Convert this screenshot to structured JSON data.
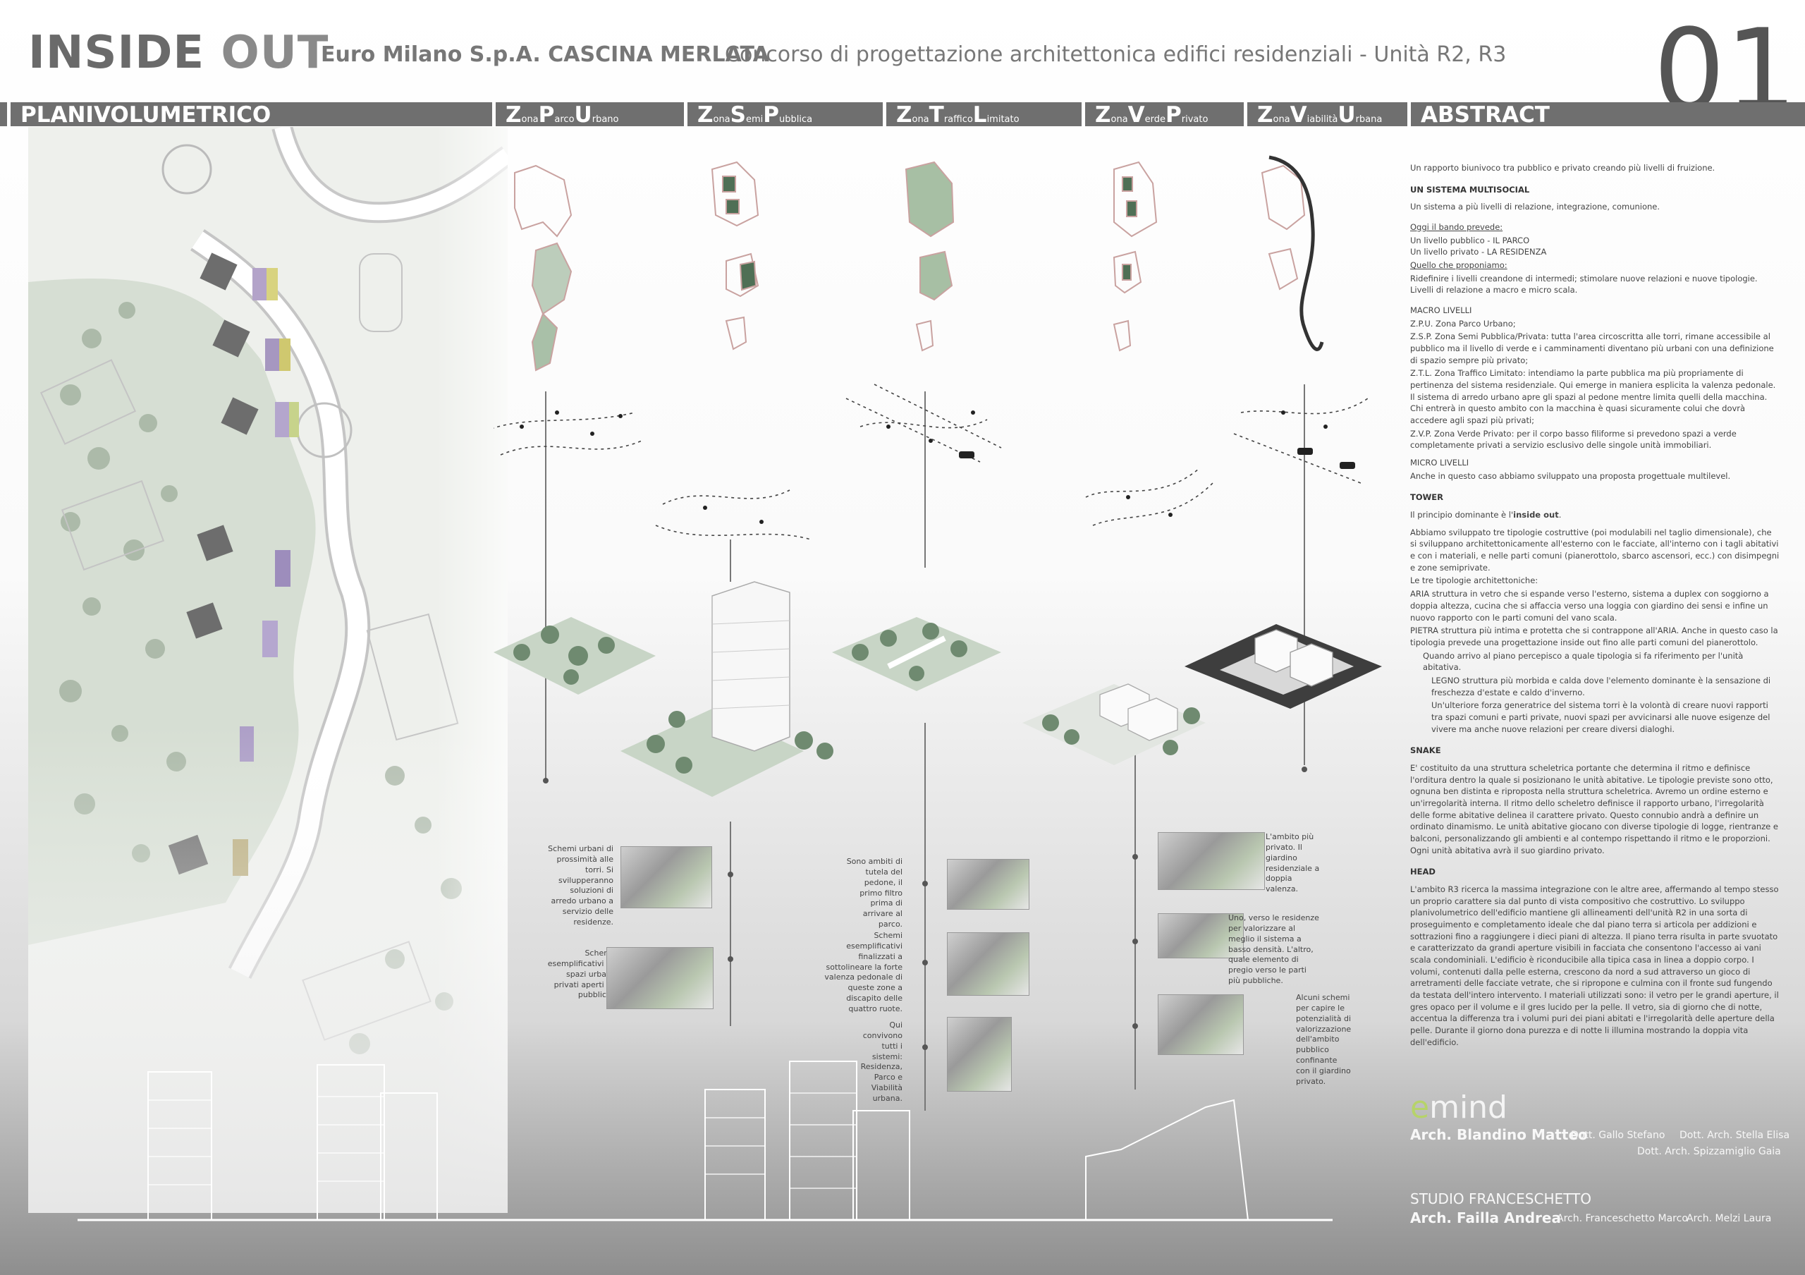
{
  "header": {
    "title_inside": "INSIDE",
    "title_out": "OUT",
    "client": "Euro Milano S.p.A. CASCINA MERLATA",
    "contest": "Concorso di progettazione architettonica edifici residenziali - Unità R2, R3",
    "sheet_number": "01"
  },
  "band": {
    "planivolumetrico": "PLANIVOLUMETRICO",
    "abstract": "ABSTRACT",
    "zones": [
      {
        "l1": "Z",
        "s1": "ona",
        "l2": "P",
        "s2": "arco",
        "l3": "U",
        "s3": "rbano"
      },
      {
        "l1": "Z",
        "s1": "ona",
        "l2": "S",
        "s2": "emi",
        "l3": "P",
        "s3": "ubblica"
      },
      {
        "l1": "Z",
        "s1": "ona",
        "l2": "T",
        "s2": "raffico",
        "l3": "L",
        "s3": "imitato"
      },
      {
        "l1": "Z",
        "s1": "ona",
        "l2": "V",
        "s2": "erde",
        "l3": "P",
        "s3": "rivato"
      },
      {
        "l1": "Z",
        "s1": "ona",
        "l2": "V",
        "s2": "iabilità",
        "l3": "U",
        "s3": "rbana"
      }
    ]
  },
  "abstract": {
    "intro": "Un rapporto biunivoco tra pubblico e privato creando più livelli di fruizione.",
    "multisocial_h": "UN SISTEMA MULTISOCIAL",
    "multisocial": "Un sistema a più livelli di relazione, integrazione, comunione.",
    "bando_h": "Oggi il bando prevede:",
    "bando_1": "Un livello pubblico - IL PARCO",
    "bando_2": "Un livello privato - LA RESIDENZA",
    "proposta_h": "Quello che proponiamo:",
    "proposta_1": "Ridefinire i livelli creandone di intermedi; stimolare nuove relazioni e nuove tipologie.",
    "proposta_2": "Livelli di relazione a macro e micro scala.",
    "macro_h": "MACRO LIVELLI",
    "zpu": "Z.P.U.    Zona Parco Urbano;",
    "zsp": "Z.S.P.    Zona Semi Pubblica/Privata: tutta l'area circoscritta alle torri, rimane accessibile al pubblico ma il livello di verde e i camminamenti diventano più urbani con una definizione di spazio sempre più privato;",
    "ztl": "Z.T.L.    Zona Traffico Limitato: intendiamo la parte pubblica ma più propriamente di pertinenza del sistema residenziale. Qui emerge in maniera esplicita la valenza pedonale. Il sistema di arredo urbano apre gli spazi al pedone mentre limita quelli della macchina. Chi entrerà in questo ambito con la macchina è quasi sicuramente colui che dovrà accedere agli spazi più privati;",
    "zvp": "Z.V.P.    Zona Verde Privato: per il corpo basso filiforme si prevedono spazi a verde completamente privati a servizio esclusivo delle singole unità immobiliari.",
    "micro_h": "MICRO LIVELLI",
    "micro": "Anche in questo caso abbiamo sviluppato una proposta progettuale multilevel.",
    "tower_h": "TOWER",
    "tower_1a": "Il principio dominante è l'",
    "tower_1b": "inside out",
    "tower_1c": ".",
    "tower_2": "Abbiamo sviluppato tre tipologie costruttive (poi modulabili nel taglio dimensionale), che si sviluppano architettonicamente all'esterno con le facciate, all'interno con i tagli abitativi e con i materiali, e nelle parti comuni (pianerottolo, sbarco ascensori, ecc.) con disimpegni e zone semiprivate.",
    "tower_3": "Le tre tipologie architettoniche:",
    "aria": "ARIA   struttura in vetro che si espande verso l'esterno, sistema a duplex con soggiorno a doppia altezza, cucina che si affaccia verso una loggia con giardino dei sensi e infine un nuovo rapporto con le parti comuni del vano scala.",
    "pietra": "PIETRA   struttura più intima e protetta che si contrappone all'ARIA. Anche in questo caso la tipologia prevede una progettazione inside out fino alle parti comuni del pianerottolo.",
    "quando": "Quando arrivo al piano percepisco a quale tipologia si fa riferimento per l'unità abitativa.",
    "legno": "LEGNO   struttura più morbida e calda dove l'elemento dominante è la sensazione di freschezza d'estate e caldo d'inverno.",
    "ulteriore": "Un'ulteriore forza generatrice del sistema torri è la volontà di creare nuovi rapporti tra spazi comuni e parti private, nuovi spazi per avvicinarsi alle nuove esigenze del vivere ma anche nuove relazioni per creare diversi dialoghi.",
    "snake_h": "SNAKE",
    "snake": "E' costituito da una struttura scheletrica portante che determina il ritmo e definisce l'orditura dentro la quale si posizionano le unità abitative. Le tipologie previste sono otto, ognuna ben distinta e riproposta nella struttura scheletrica. Avremo un ordine esterno e un'irregolarità interna. Il ritmo dello scheletro definisce il rapporto urbano, l'irregolarità delle forme abitative delinea il carattere privato. Questo connubio andrà a definire un ordinato dinamismo. Le unità abitative giocano con diverse tipologie di logge, rientranze e balconi, personalizzando gli ambienti e al contempo rispettando il ritmo e le proporzioni. Ogni unità abitativa avrà il suo giardino privato.",
    "head_h": "HEAD",
    "head": "L'ambito R3 ricerca la massima integrazione con le altre aree, affermando al tempo stesso un proprio carattere sia dal punto di vista compositivo che costruttivo. Lo sviluppo planivolumetrico dell'edificio mantiene gli allineamenti dell'unità R2 in una sorta di proseguimento e completamento ideale che dal piano terra si articola per addizioni e sottrazioni fino a raggiungere i dieci piani di altezza. Il piano terra risulta in parte svuotato e caratterizzato da grandi aperture visibili in facciata che consentono l'accesso ai vani scala condominiali. L'edificio è riconducibile alla tipica casa in linea a doppio corpo. I volumi, contenuti dalla pelle esterna, crescono da nord a sud attraverso un gioco di arretramenti delle facciate vetrate, che si ripropone e culmina con il fronte sud fungendo da testata dell'intero intervento. I materiali utilizzati sono: il vetro per le grandi aperture, il gres opaco per il volume e il gres lucido per la pelle. Il vetro, sia di giorno che di notte, accentua la differenza tra i volumi puri dei piani abitati e l'irregolarità delle aperture della pelle. Durante il giorno dona purezza e di notte li illumina mostrando la doppia vita dell'edificio."
  },
  "captions": {
    "zpu_1": "Schemi urbani di prossimità alle torri. Si svilupperanno soluzioni di arredo urbano a servizio delle residenze.",
    "zpu_2": "Schemi esemplificativi di spazi urbani privati aperti al pubblico.",
    "ztl_1": "Sono ambiti di tutela del pedone, il primo filtro prima di arrivare al parco.",
    "ztl_2": "Schemi esemplificativi finalizzati a sottolineare la forte valenza pedonale di queste zone a discapito delle quattro ruote.",
    "ztl_3": "Qui convivono tutti i sistemi: Residenza, Parco e Viabilità urbana.",
    "zvp_1": "L'ambito più privato. Il giardino residenziale a doppia valenza.",
    "zvp_2": "Uno, verso le residenze per valorizzare al meglio il sistema a basso densità. L'altro, quale elemento di pregio verso le parti più pubbliche.",
    "zvp_3": "Alcuni schemi per capire le potenzialità di valorizzazione dell'ambito pubblico confinante con il giardino privato."
  },
  "credits": {
    "logo_e": "e",
    "logo_rest": "mind",
    "lead": "Arch. Blandino Matteo",
    "c1": "Dott. Gallo Stefano",
    "c2": "Dott. Arch. Stella Elisa",
    "c3": "Dott. Arch. Spizzamiglio Gaia",
    "studio": "STUDIO FRANCESCHETTO",
    "lead2": "Arch. Failla Andrea",
    "c4": "Arch. Franceschetto Marco",
    "c5": "Arch. Melzi Laura"
  },
  "colors": {
    "band": "#6f6f6f",
    "green": "#a7bfa4",
    "dark_green": "#4f6f55",
    "logo_green": "#b6d36a"
  }
}
